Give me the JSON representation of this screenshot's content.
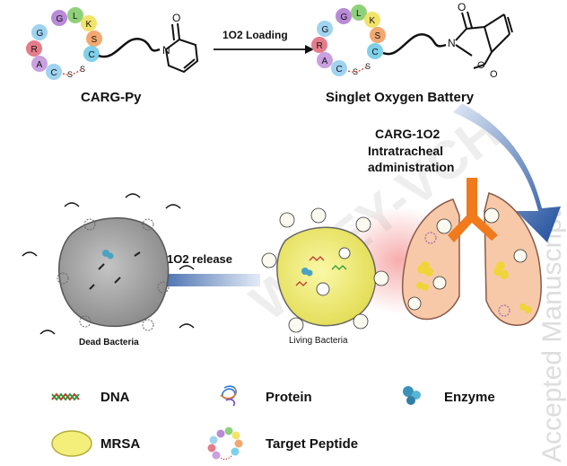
{
  "peptide_letters": [
    "G",
    "L",
    "K",
    "S",
    "C",
    "R",
    "A",
    "C",
    "S",
    "S"
  ],
  "peptide_colors": [
    "#b98ad6",
    "#8fd17a",
    "#f2e36a",
    "#f2a870",
    "#7fd0e8",
    "#e57c8a",
    "#c9a0e0",
    "#9fd3f0"
  ],
  "labels": {
    "carg_py": "CARG-Py",
    "loading": "1O2 Loading",
    "battery": "Singlet Oxygen Battery",
    "carg_1o2": "CARG-1O2",
    "intratracheal_1": "Intratracheal",
    "intratracheal_2": "administration",
    "release": "1O2 release",
    "living": "Living Bacteria",
    "dead": "Dead Bacteria",
    "n_atom": "N",
    "o_atom": "O"
  },
  "legend": {
    "dna": "DNA",
    "protein": "Protein",
    "enzyme": "Enzyme",
    "mrsa": "MRSA",
    "target": "Target Peptide"
  },
  "watermark": {
    "vch": "WILEY-VCH",
    "accepted": "Accepted Manuscript"
  },
  "colors": {
    "arrow_blue": "#1f4e9c",
    "lung": "#f8c9a8",
    "trachea": "#f07a1c",
    "bacteria_yellow": "#f3ef7a",
    "dead_gray": "#a8a8a8"
  }
}
